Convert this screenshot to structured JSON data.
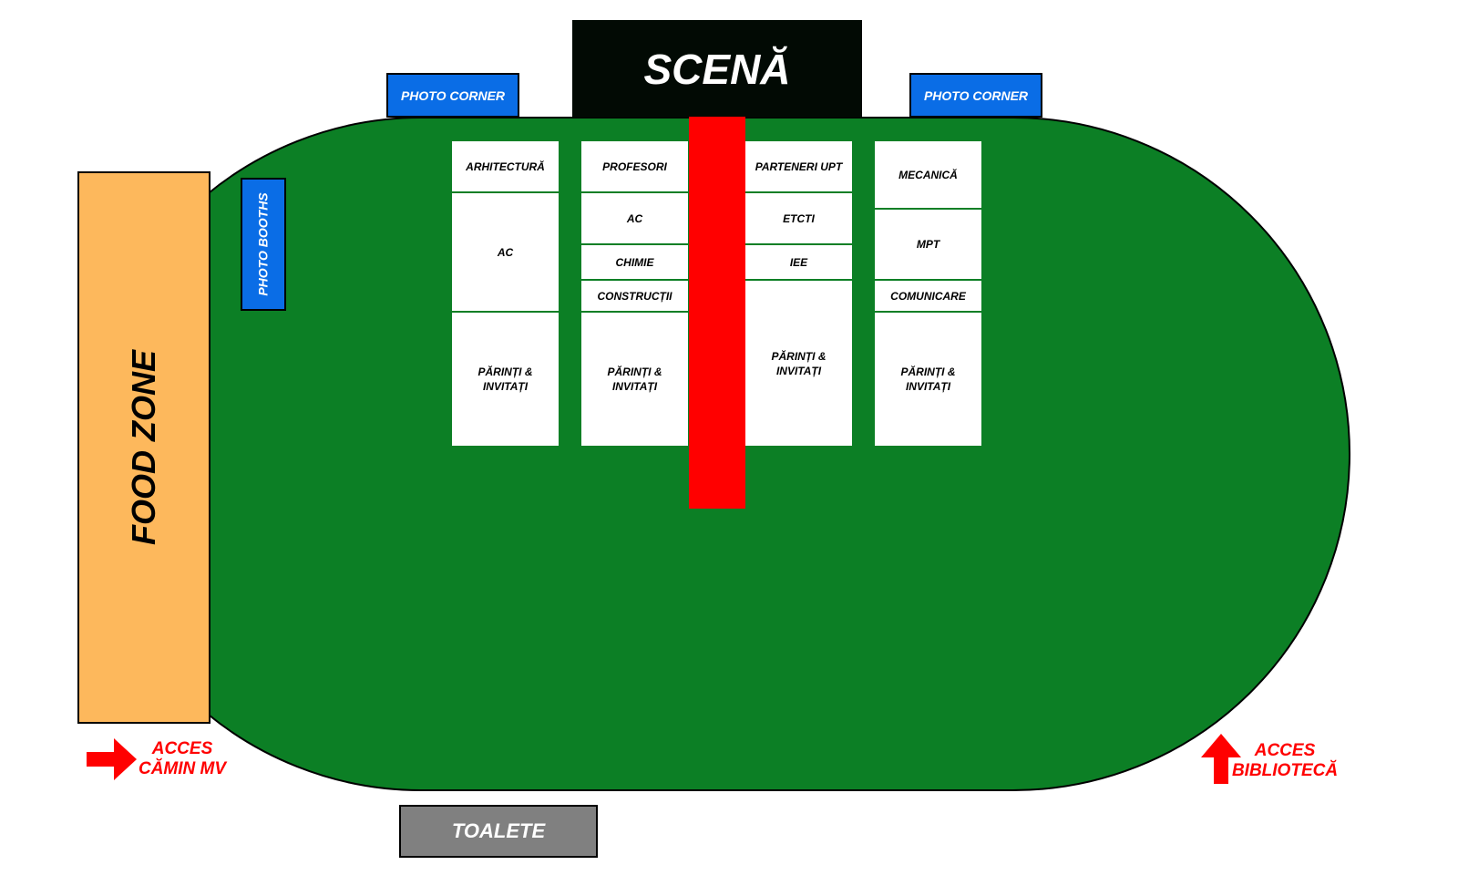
{
  "stage": "SCENĂ",
  "photo_corner_left": "PHOTO CORNER",
  "photo_corner_right": "PHOTO CORNER",
  "photo_booths": "PHOTO BOOTHS",
  "food_zone": "FOOD ZONE",
  "toilets": "TOALETE",
  "access_left": [
    "ACCES",
    "CĂMIN MV"
  ],
  "access_right": [
    "ACCES",
    "BIBLIOTECĂ"
  ],
  "columns": [
    [
      "ARHITECTURĂ",
      "AC",
      "PĂRINȚI & INVITAȚI"
    ],
    [
      "PROFESORI",
      "AC",
      "CHIMIE",
      "CONSTRUCȚII",
      "PĂRINȚI & INVITAȚI"
    ],
    [
      "PARTENERI UPT",
      "ETCTI",
      "IEE",
      "PĂRINȚI & INVITAȚI"
    ],
    [
      "MECANICĂ",
      "MPT",
      "COMUNICARE",
      "PĂRINȚI & INVITAȚI"
    ]
  ],
  "colors": {
    "field": "#0c7f25",
    "aisle": "#ff0000",
    "photo": "#0a6de6",
    "food": "#fdb85c",
    "toilet": "#808080"
  }
}
